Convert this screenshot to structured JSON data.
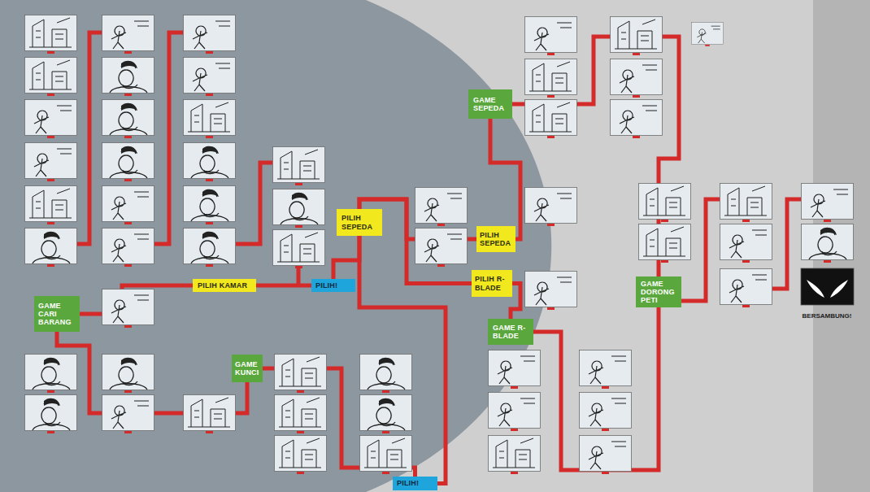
{
  "diagram": {
    "nodes": [
      {
        "text": [
          "PILIH!"
        ]
      },
      {
        "text": [
          "PILIH KAMAR"
        ]
      },
      {
        "text": [
          "GAME CARI BARANG"
        ]
      },
      {
        "text": [
          "GAME KUNCI"
        ]
      },
      {
        "text": [
          "PILIH!"
        ]
      },
      {
        "text": [
          "PILIH SEPEDA"
        ]
      },
      {
        "text": [
          "PILIH SEPEDA"
        ]
      },
      {
        "text": [
          "PILIH R-BLADE"
        ]
      },
      {
        "text": [
          "GAME SEPEDA"
        ]
      },
      {
        "text": [
          "GAME R-BLADE"
        ]
      },
      {
        "text": [
          "GAME DORONG PETI"
        ]
      }
    ],
    "edges": [
      {
        "from": 0,
        "to": 1,
        "arrow": "none"
      },
      {
        "from": 1,
        "to": 2,
        "arrow": "none"
      },
      {
        "from": 2,
        "to": 3,
        "arrow": "none"
      },
      {
        "from": 3,
        "to": 4,
        "arrow": "none"
      },
      {
        "from": 4,
        "to": 5,
        "arrow": "none"
      },
      {
        "from": 0,
        "to": 5,
        "arrow": "none"
      },
      {
        "from": 5,
        "to": 6,
        "arrow": "none"
      },
      {
        "from": 5,
        "to": 7,
        "arrow": "none"
      },
      {
        "from": 6,
        "to": 8,
        "arrow": "none"
      },
      {
        "from": 7,
        "to": 9,
        "arrow": "none"
      },
      {
        "from": 8,
        "to": 10,
        "arrow": "none"
      },
      {
        "from": 9,
        "to": 10,
        "arrow": "none"
      }
    ],
    "labels": [
      "BERSAMBUNG!"
    ]
  }
}
